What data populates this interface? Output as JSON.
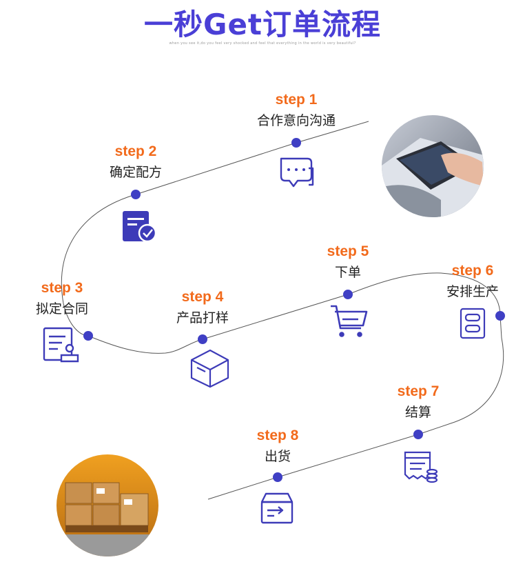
{
  "header": {
    "title": "一秒Get订单流程",
    "subtitle": "when you see it,do you feel very shocked and feel that everything in the world is very beautiful?"
  },
  "colors": {
    "accent": "#4a3fd6",
    "step_label": "#f26a1b",
    "line": "#555555",
    "icon": "#3d3bb8"
  },
  "steps": [
    {
      "no": "step 1",
      "name": "合作意向沟通",
      "icon": "chat-bubble-icon"
    },
    {
      "no": "step 2",
      "name": "确定配方",
      "icon": "document-check-icon"
    },
    {
      "no": "step 3",
      "name": "拟定合同",
      "icon": "contract-seal-icon"
    },
    {
      "no": "step 4",
      "name": "产品打样",
      "icon": "box-icon"
    },
    {
      "no": "step 5",
      "name": "下单",
      "icon": "shopping-cart-icon"
    },
    {
      "no": "step 6",
      "name": "安排生产",
      "icon": "production-list-icon"
    },
    {
      "no": "step 7",
      "name": "结算",
      "icon": "bill-coins-icon"
    },
    {
      "no": "step 8",
      "name": "出货",
      "icon": "shipping-box-icon"
    }
  ],
  "photos": [
    {
      "name": "tablet-photo"
    },
    {
      "name": "warehouse-boxes-photo"
    }
  ]
}
